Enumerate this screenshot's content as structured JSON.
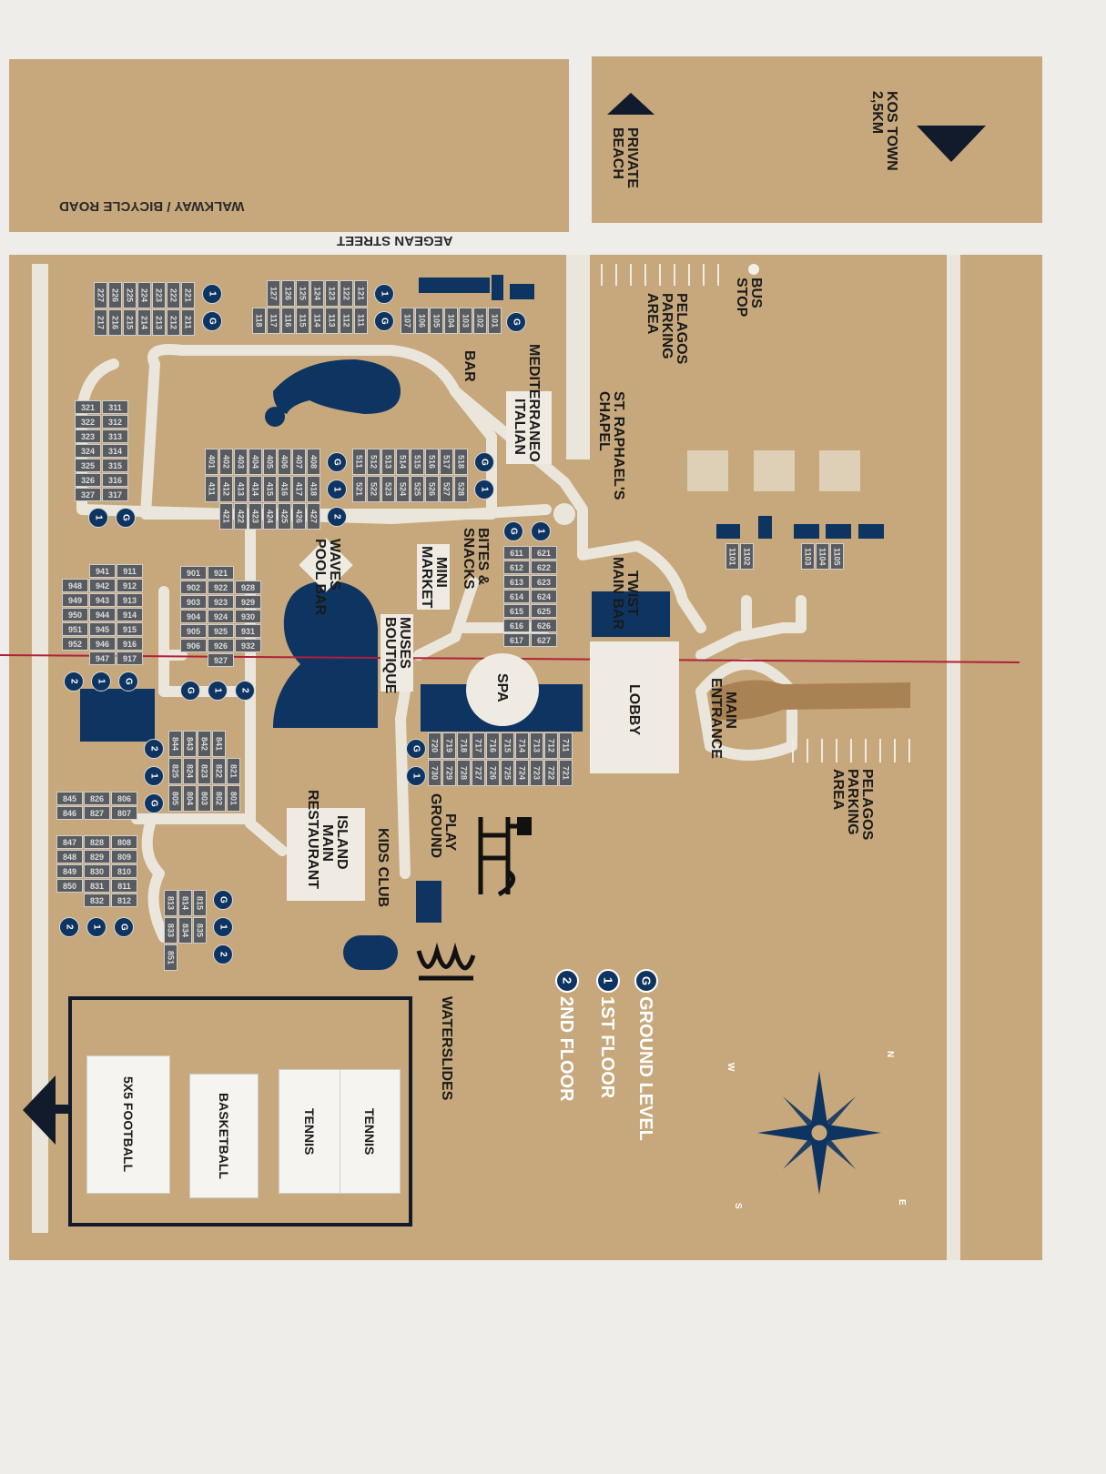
{
  "colors": {
    "ground": "#c6a87c",
    "path": "#ebe6dc",
    "navy": "#0e3461",
    "room": "#585c60",
    "fold_line": "#b0203a"
  },
  "top": {
    "walkway": "WALKWAY / BICYCLE ROAD",
    "street": "AEGEAN STREET",
    "kos_town": "KOS TOWN",
    "kos_distance": "2,5KM",
    "private_beach_1": "PRIVATE",
    "private_beach_2": "BEACH"
  },
  "places": {
    "bus_stop": [
      "BUS",
      "STOP"
    ],
    "parking_top": [
      "PELAGOS",
      "PARKING",
      "AREA"
    ],
    "parking_right": [
      "PELAGOS",
      "PARKING",
      "AREA"
    ],
    "chapel": [
      "ST. RAPHAEL'S",
      "CHAPEL"
    ],
    "restaurant_italian": [
      "MEDITERRANEO",
      "ITALIAN"
    ],
    "bar": "BAR",
    "twist": [
      "TWIST",
      "MAIN BAR"
    ],
    "lobby": "LOBBY",
    "main_entrance": [
      "MAIN",
      "ENTRANCE"
    ],
    "spa": "SPA",
    "bites": [
      "BITES &",
      "SNACKS"
    ],
    "mini_market": [
      "MINI",
      "MARKET"
    ],
    "muses": [
      "MUSES",
      "BOUTIQUE"
    ],
    "waves": [
      "WAVES",
      "POOL BAR"
    ],
    "playground": [
      "PLAY",
      "GROUND"
    ],
    "island": [
      "ISLAND",
      "MAIN",
      "RESTAURANT"
    ],
    "kids_club": "KIDS CLUB",
    "waterslides": "WATERSLIDES"
  },
  "legend": [
    {
      "marker": "G",
      "label": "GROUND LEVEL"
    },
    {
      "marker": "1",
      "label": "1ST FLOOR"
    },
    {
      "marker": "2",
      "label": "2ND FLOOR"
    }
  ],
  "compass": {
    "n": "N",
    "e": "E",
    "s": "S",
    "w": "W"
  },
  "sports": {
    "tennis_1": "TENNIS",
    "tennis_2": "TENNIS",
    "basketball": "BASKETBALL",
    "football": "5X5 FOOTBALL"
  },
  "rooms": {
    "b100": {
      "rows": [
        [
          "107",
          "106",
          "105",
          "104",
          "103",
          "102",
          "101"
        ]
      ],
      "markers": [
        "G"
      ]
    },
    "b110": {
      "rows": [
        [
          "127",
          "126",
          "125",
          "124",
          "123",
          "122",
          "121"
        ],
        [
          "118",
          "117",
          "116",
          "115",
          "114",
          "113",
          "112",
          "111"
        ]
      ],
      "markers": [
        "1",
        "G"
      ]
    },
    "b210": {
      "rows": [
        [
          "227",
          "226",
          "225",
          "224",
          "223",
          "222",
          "221"
        ],
        [
          "217",
          "216",
          "215",
          "214",
          "213",
          "212",
          "211"
        ]
      ],
      "markers": [
        "1",
        "G"
      ]
    },
    "b300": {
      "rows": [
        [
          "321",
          "311"
        ],
        [
          "322",
          "312"
        ],
        [
          "323",
          "313"
        ],
        [
          "324",
          "314"
        ],
        [
          "325",
          "315"
        ],
        [
          "326",
          "316"
        ],
        [
          "327",
          "317"
        ]
      ],
      "markers": [
        "1",
        "G"
      ]
    },
    "b400": {
      "rows": [
        [
          "401",
          "402",
          "403",
          "404",
          "405",
          "406",
          "407",
          "408"
        ],
        [
          "411",
          "412",
          "413",
          "414",
          "415",
          "416",
          "417",
          "418"
        ],
        [
          "421",
          "422",
          "423",
          "424",
          "425",
          "426",
          "427"
        ]
      ],
      "markers": [
        "G",
        "1",
        "2"
      ]
    },
    "b500": {
      "rows": [
        [
          "511",
          "512",
          "513",
          "514",
          "515",
          "516",
          "517",
          "518"
        ],
        [
          "521",
          "522",
          "523",
          "524",
          "525",
          "526",
          "527",
          "528"
        ]
      ],
      "markers": [
        "G",
        "1"
      ]
    },
    "b600": {
      "rows": [
        [
          "611",
          "621"
        ],
        [
          "612",
          "622"
        ],
        [
          "613",
          "623"
        ],
        [
          "614",
          "624"
        ],
        [
          "615",
          "625"
        ],
        [
          "616",
          "626"
        ],
        [
          "617",
          "627"
        ]
      ],
      "markers": [
        "G",
        "1"
      ]
    },
    "b700": {
      "rows": [
        [
          "720",
          "719",
          "718",
          "717",
          "716",
          "715",
          "714",
          "713",
          "712",
          "711"
        ],
        [
          "730",
          "729",
          "728",
          "727",
          "726",
          "725",
          "724",
          "723",
          "722",
          "721"
        ]
      ],
      "markers": [
        "G",
        "1"
      ]
    },
    "b940": {
      "rows": [
        [
          "",
          "941",
          "911"
        ],
        [
          "948",
          "942",
          "912"
        ],
        [
          "949",
          "943",
          "913"
        ],
        [
          "950",
          "944",
          "914"
        ],
        [
          "951",
          "945",
          "915"
        ],
        [
          "952",
          "946",
          "916"
        ],
        [
          "",
          "947",
          "917"
        ]
      ],
      "markers": [
        "2",
        "1",
        "G"
      ]
    },
    "b900": {
      "rows": [
        [
          "901",
          "921"
        ],
        [
          "902",
          "922",
          "928"
        ],
        [
          "903",
          "923",
          "929"
        ],
        [
          "904",
          "924",
          "930"
        ],
        [
          "905",
          "925",
          "931"
        ],
        [
          "906",
          "926",
          "932"
        ],
        [
          "",
          "927"
        ]
      ],
      "markers": [
        "G",
        "1",
        "2"
      ]
    },
    "b800": {
      "rows": [
        [
          "844",
          "843",
          "842",
          "841"
        ],
        [
          "825",
          "824",
          "823",
          "822",
          "821"
        ],
        [
          "805",
          "804",
          "803",
          "802",
          "801"
        ]
      ],
      "markers": [
        "2",
        "1",
        "G"
      ]
    },
    "b845": {
      "rows": [
        [
          "845",
          "826",
          "806"
        ],
        [
          "846",
          "827",
          "807"
        ]
      ],
      "markers": []
    },
    "b847": {
      "rows": [
        [
          "847",
          "828",
          "808"
        ],
        [
          "848",
          "829",
          "809"
        ],
        [
          "849",
          "830",
          "810"
        ],
        [
          "850",
          "831",
          "811"
        ],
        [
          "",
          "832",
          "812"
        ]
      ],
      "markers": [
        "2",
        "1",
        "G"
      ]
    },
    "b813": {
      "rows": [
        [
          "813",
          "814",
          "815"
        ],
        [
          "833",
          "834",
          "835"
        ],
        [
          "851"
        ]
      ],
      "markers": [
        "G",
        "1",
        "2"
      ]
    },
    "b1101": {
      "rows": [
        [
          "1101",
          "1102"
        ]
      ],
      "markers": []
    },
    "b1103": {
      "rows": [
        [
          "1103",
          "1104",
          "1105"
        ]
      ],
      "markers": []
    }
  }
}
